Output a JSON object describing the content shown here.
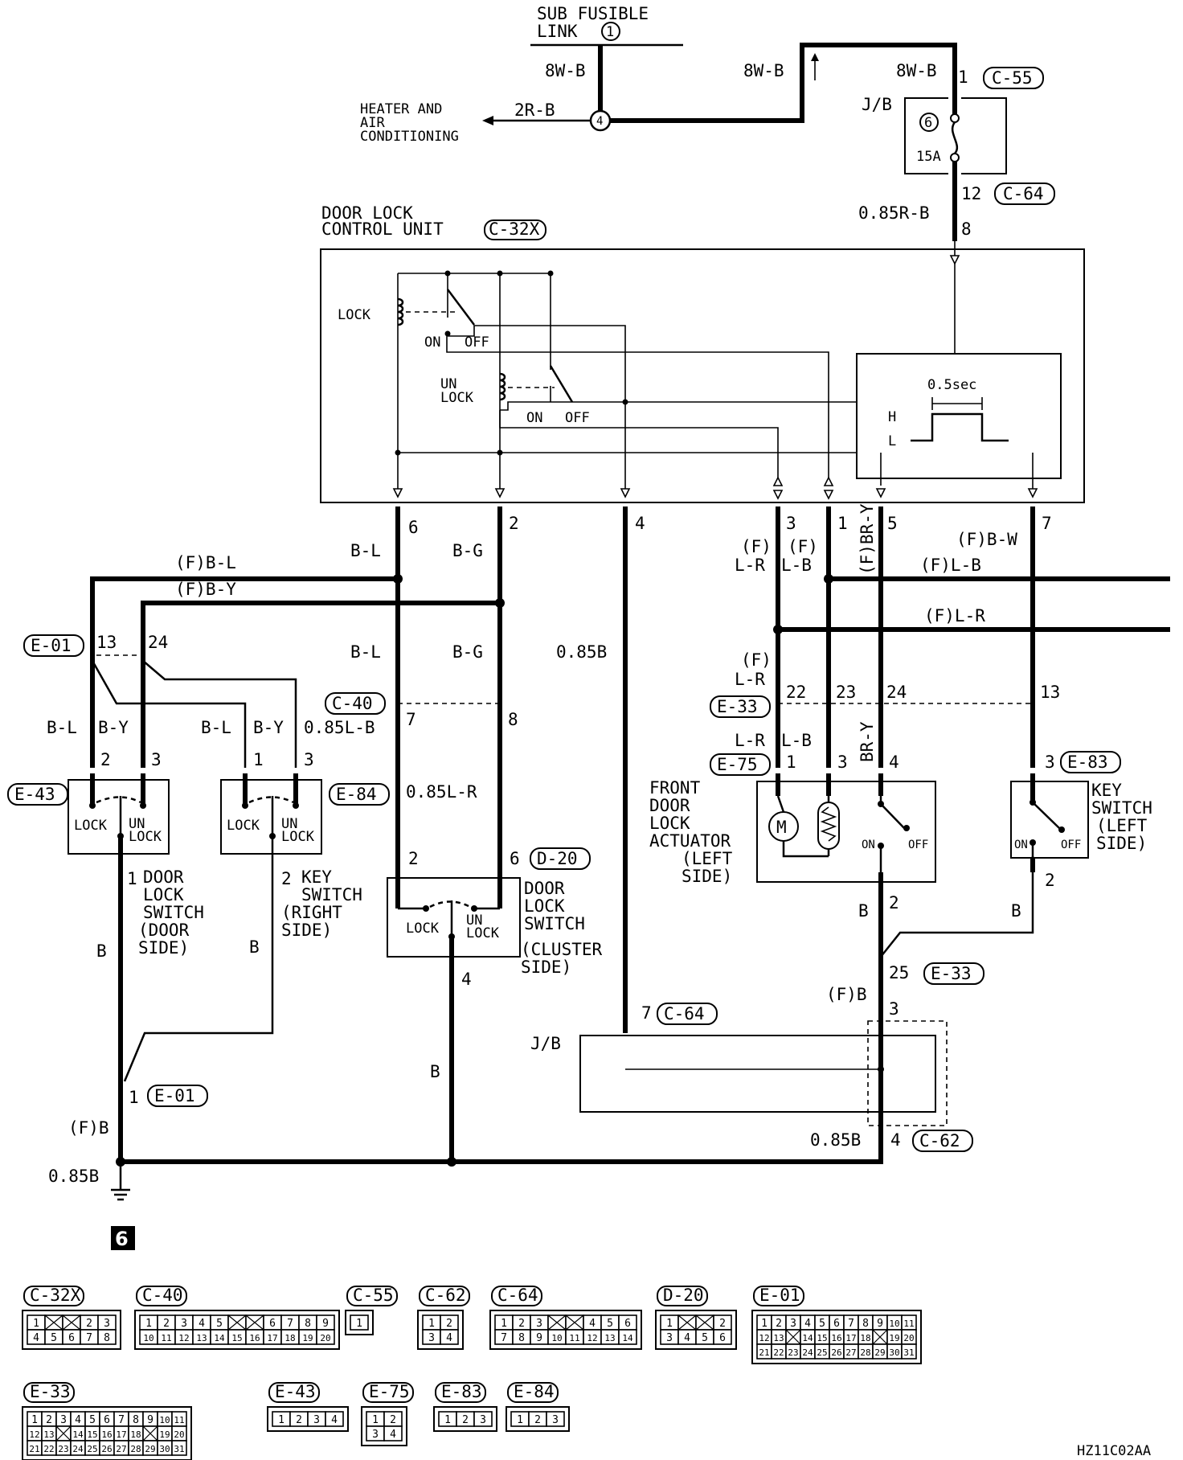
{
  "figure_code": "HZ11C02AA",
  "power": {
    "fusible_title_line1": "SUB FUSIBLE",
    "fusible_title_line2": "LINK",
    "fusible_no": "1",
    "wire_8wb_a": "8W-B",
    "wire_8wb_b": "8W-B",
    "wire_8wb_c": "8W-B",
    "wire_2rb": "2R-B",
    "junction_no": "4",
    "hvac_line1": "HEATER AND",
    "hvac_line2": "AIR",
    "hvac_line3": "CONDITIONING",
    "jb_label": "J/B",
    "fuse_no": "6",
    "fuse_amp": "15A",
    "pin_1": "1",
    "pin_12": "12",
    "wire_085rb": "0.85R-B",
    "pin_8": "8",
    "conn_c55": "C-55",
    "conn_c64": "C-64"
  },
  "unit": {
    "title_line1": "DOOR LOCK",
    "title_line2": "CONTROL UNIT",
    "connector": "C-32X",
    "lock_relay": "LOCK",
    "unlock_line1": "UN",
    "unlock_line2": "LOCK",
    "on": "ON",
    "off": "OFF",
    "on2": "ON",
    "off2": "OFF",
    "timer": "0.5sec",
    "h": "H",
    "l": "L",
    "pins": [
      "6",
      "2",
      "4",
      "3",
      "1",
      "5",
      "7"
    ]
  },
  "wires": {
    "fbl": "(F)B-L",
    "fby": "(F)B-Y",
    "bl": "B-L",
    "bg": "B-G",
    "bl2": "B-L",
    "bg2": "B-G",
    "b085": "0.85B",
    "fbw": "(F)B-W",
    "flb": "(F)L-B",
    "flr": "(F)L-R",
    "f1": "(F)",
    "lr1": "L-R",
    "f2": "(F)",
    "lb1": "L-B",
    "fbry": "(F)BR-Y",
    "f3": "(F)",
    "lr2": "L-R",
    "lr3": "L-R",
    "lb3": "L-B",
    "bry2": "BR-Y",
    "bl3": "B-L",
    "by3": "B-Y",
    "bl4": "B-L",
    "by4": "B-Y",
    "lb085": "0.85L-B",
    "lr085": "0.85L-R",
    "b1": "B",
    "b2": "B",
    "b3": "B",
    "b4": "B",
    "b5": "B",
    "fb1": "(F)B",
    "fb2": "(F)B",
    "b085a": "0.85B",
    "b085b": "0.85B"
  },
  "pins": {
    "e01_13": "13",
    "e01_24": "24",
    "c40_7": "7",
    "c40_8": "8",
    "e33_22": "22",
    "e33_23": "23",
    "e33_24": "24",
    "e33_13": "13",
    "e75_1": "1",
    "e75_3": "3",
    "e75_4": "4",
    "e83_3": "3",
    "e83_2": "2",
    "e43_2": "2",
    "e43_3": "3",
    "e84_1": "1",
    "e84_3": "3",
    "e43_1": "1",
    "e84_2": "2",
    "d20_2": "2",
    "d20_6": "6",
    "d20_4": "4",
    "act_2": "2",
    "e33_25": "25",
    "jb_3": "3",
    "c64_7": "7",
    "e01_1": "1",
    "c62_4": "4"
  },
  "connectors": {
    "e01": "E-01",
    "c40": "C-40",
    "e33": "E-33",
    "e75": "E-75",
    "e83": "E-83",
    "e43": "E-43",
    "e84": "E-84",
    "d20": "D-20",
    "c64": "C-64",
    "e01b": "E-01",
    "c62": "C-62",
    "e33b": "E-33"
  },
  "components": {
    "dls_door_1": "DOOR",
    "dls_door_2": "LOCK",
    "dls_door_3": "SWITCH",
    "dls_door_4": "(DOOR",
    "dls_door_5": "SIDE)",
    "ks_right_1": "KEY",
    "ks_right_2": "SWITCH",
    "ks_right_3": "(RIGHT",
    "ks_right_4": "SIDE)",
    "dls_cl_1": "DOOR",
    "dls_cl_2": "LOCK",
    "dls_cl_3": "SWITCH",
    "dls_cl_4": "(CLUSTER",
    "dls_cl_5": "SIDE)",
    "act_1": "FRONT",
    "act_2": "DOOR",
    "act_3": "LOCK",
    "act_4": "ACTUATOR",
    "act_5": "(LEFT",
    "act_6": "SIDE)",
    "ks_left_1": "KEY",
    "ks_left_2": "SWITCH",
    "ks_left_3": "(LEFT",
    "ks_left_4": "SIDE)",
    "sw_lock": "LOCK",
    "sw_un": "UN",
    "sw_unlock": "LOCK",
    "sw_lock2": "LOCK",
    "sw_un2": "UN",
    "sw_unlock2": "LOCK",
    "sw_lock3": "LOCK",
    "sw_un3": "UN",
    "sw_unlock3": "LOCK",
    "on_a": "ON",
    "off_a": "OFF",
    "on_b": "ON",
    "off_b": "OFF",
    "motor": "M",
    "jb_lower": "J/B",
    "ground_no": "6"
  },
  "legend": [
    {
      "name": "C-32X",
      "rows": [
        [
          "1",
          "",
          "",
          "2",
          "3"
        ],
        [
          "4",
          "5",
          "6",
          "7",
          "8"
        ]
      ]
    },
    {
      "name": "C-40",
      "rows": [
        [
          "1",
          "2",
          "3",
          "4",
          "5",
          "",
          "",
          "6",
          "7",
          "8",
          "9"
        ],
        [
          "10",
          "11",
          "12",
          "13",
          "14",
          "15",
          "16",
          "17",
          "18",
          "19",
          "20"
        ]
      ]
    },
    {
      "name": "C-55",
      "rows": [
        [
          "1"
        ]
      ]
    },
    {
      "name": "C-62",
      "rows": [
        [
          "1",
          "2"
        ],
        [
          "3",
          "4"
        ]
      ]
    },
    {
      "name": "C-64",
      "rows": [
        [
          "1",
          "2",
          "3",
          "",
          "",
          "4",
          "5",
          "6"
        ],
        [
          "7",
          "8",
          "9",
          "10",
          "11",
          "12",
          "13",
          "14"
        ]
      ]
    },
    {
      "name": "D-20",
      "rows": [
        [
          "1",
          "",
          "",
          "2"
        ],
        [
          "3",
          "4",
          "5",
          "6"
        ]
      ]
    },
    {
      "name": "E-01",
      "rows": [
        [
          "1",
          "2",
          "3",
          "4",
          "5",
          "6",
          "7",
          "8",
          "9",
          "10",
          "11"
        ],
        [
          "12",
          "13",
          "",
          "14",
          "15",
          "16",
          "17",
          "18",
          "",
          "19",
          "20"
        ],
        [
          "21",
          "22",
          "23",
          "24",
          "25",
          "26",
          "27",
          "28",
          "29",
          "30",
          "31"
        ]
      ]
    },
    {
      "name": "E-33",
      "rows": [
        [
          "1",
          "2",
          "3",
          "4",
          "5",
          "6",
          "7",
          "8",
          "9",
          "10",
          "11"
        ],
        [
          "12",
          "13",
          "",
          "14",
          "15",
          "16",
          "17",
          "18",
          "",
          "19",
          "20"
        ],
        [
          "21",
          "22",
          "23",
          "24",
          "25",
          "26",
          "27",
          "28",
          "29",
          "30",
          "31"
        ]
      ]
    },
    {
      "name": "E-43",
      "rows": [
        [
          "1",
          "2",
          "3",
          "4"
        ]
      ]
    },
    {
      "name": "E-75",
      "rows": [
        [
          "1",
          "2"
        ],
        [
          "3",
          "4"
        ]
      ]
    },
    {
      "name": "E-83",
      "rows": [
        [
          "1",
          "2",
          "3"
        ]
      ]
    },
    {
      "name": "E-84",
      "rows": [
        [
          "1",
          "2",
          "3"
        ]
      ]
    }
  ]
}
